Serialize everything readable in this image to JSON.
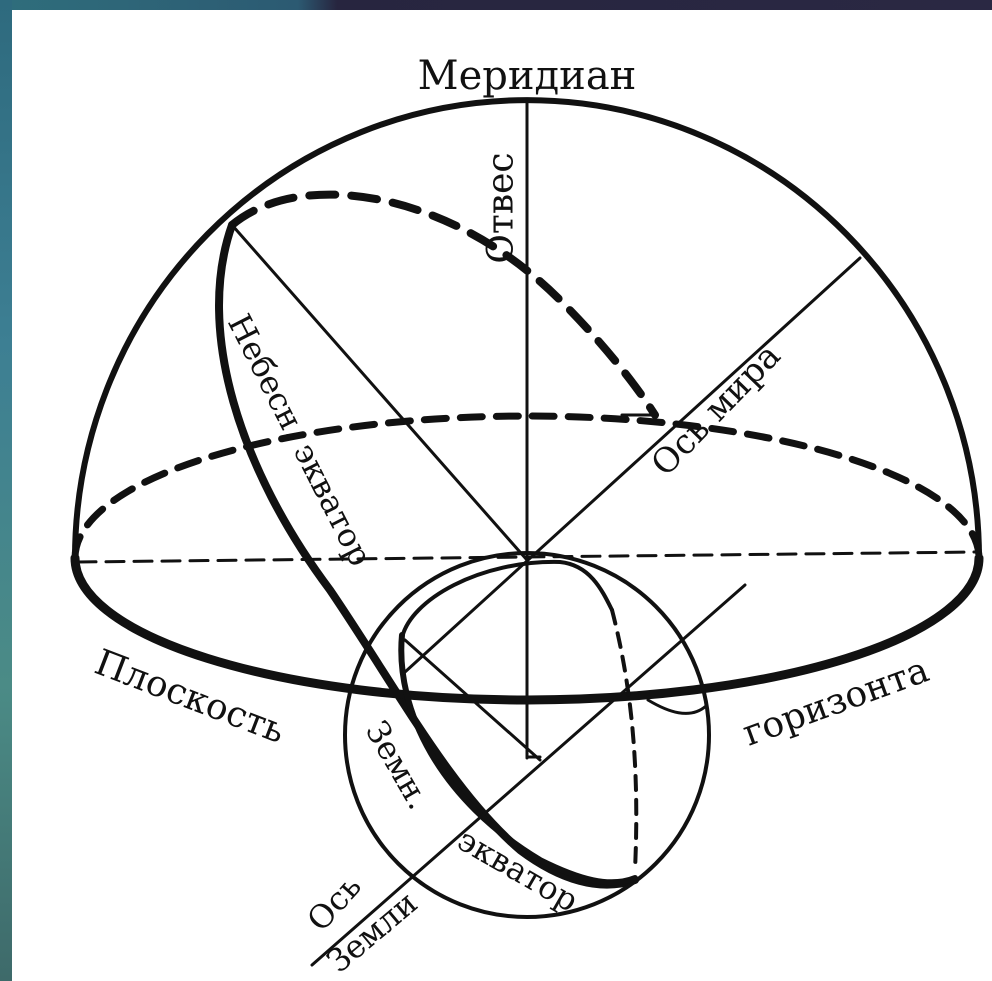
{
  "labels": {
    "meridian": "Меридиан",
    "plumb": "Отвес",
    "celestial_equator": "Небесн. экватор",
    "world_axis": "Ось мира",
    "horizon_plane_1": "Плоскость",
    "horizon_plane_2": "горизонта",
    "earth_equator_1": "Земн.",
    "earth_equator_2": "экватор",
    "earth_axis_1": "Ось",
    "earth_axis_2": "Земли"
  }
}
